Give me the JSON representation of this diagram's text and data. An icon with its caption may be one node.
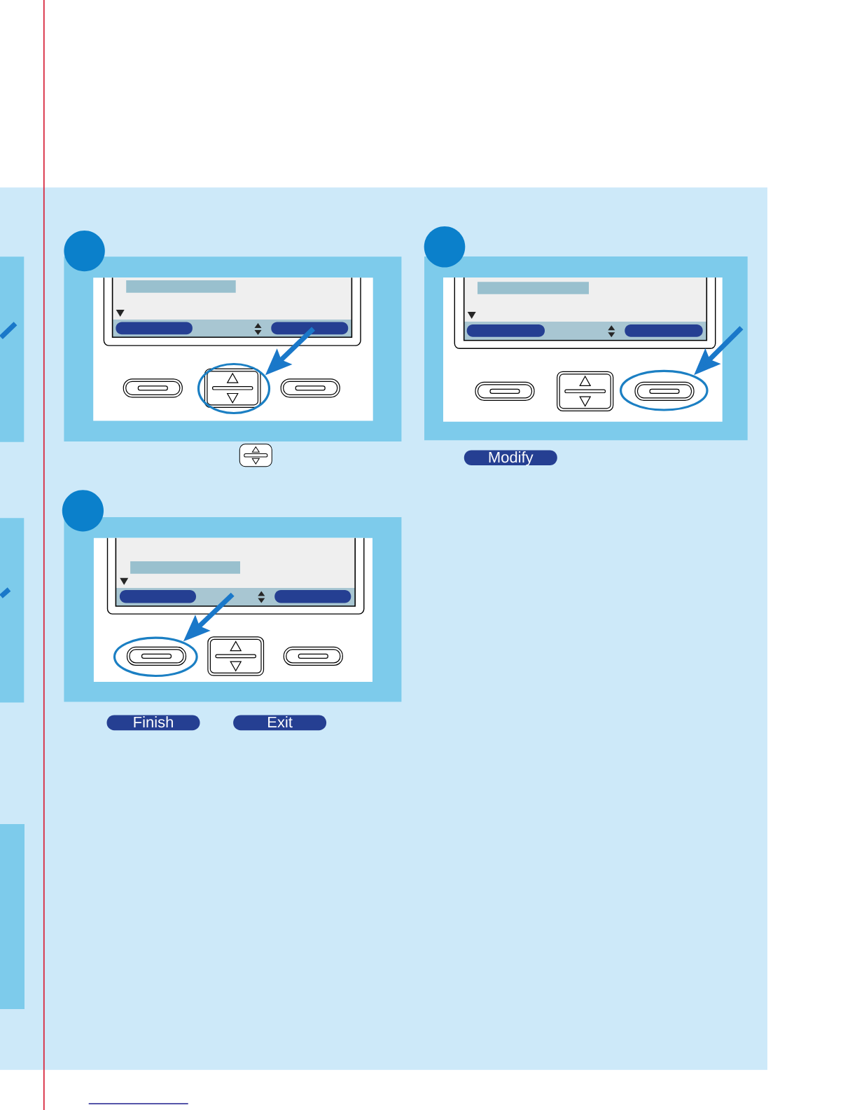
{
  "diagram": {
    "nodes": [
      {
        "text": [],
        "shape": "oval"
      },
      {
        "text": [],
        "shape": "oval"
      },
      {
        "text": [
          "Modify"
        ]
      },
      {
        "text": [],
        "shape": "oval"
      },
      {
        "text": [
          "Finish"
        ]
      },
      {
        "text": [
          "Exit"
        ]
      }
    ],
    "edges": [
      {
        "from": null,
        "to": 0,
        "arrow": "to"
      },
      {
        "from": null,
        "to": 1,
        "arrow": "to"
      },
      {
        "from": null,
        "to": 3,
        "arrow": "to"
      }
    ]
  }
}
